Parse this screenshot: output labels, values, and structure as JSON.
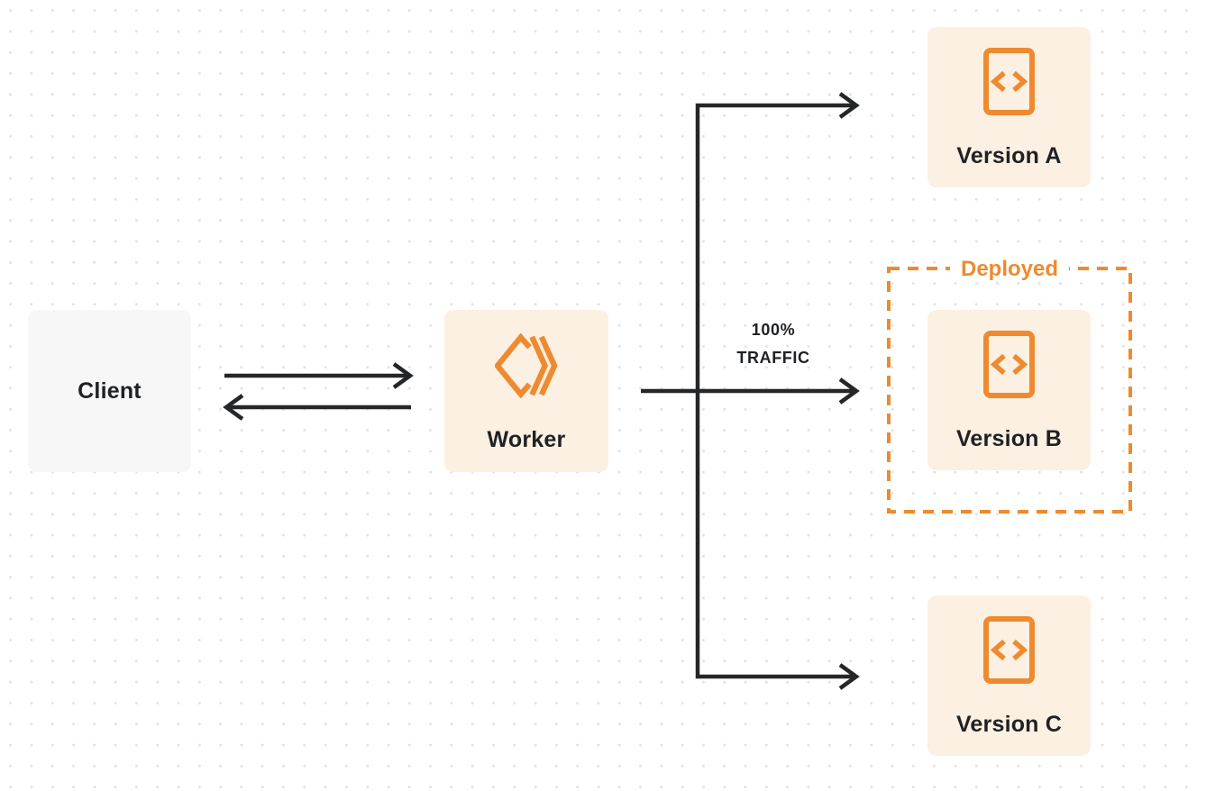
{
  "nodes": {
    "client": {
      "label": "Client"
    },
    "worker": {
      "label": "Worker"
    },
    "version_a": {
      "label": "Version A"
    },
    "version_b": {
      "label": "Version B"
    },
    "version_c": {
      "label": "Version C"
    }
  },
  "deployed_group": {
    "label": "Deployed"
  },
  "traffic": {
    "line1": "100%",
    "line2": "TRAFFIC"
  },
  "edges": [
    {
      "from": "client",
      "to": "worker",
      "bidirectional": true,
      "label": ""
    },
    {
      "from": "worker",
      "to": "version_a",
      "label": ""
    },
    {
      "from": "worker",
      "to": "version_b",
      "label": "100% TRAFFIC"
    },
    {
      "from": "worker",
      "to": "version_c",
      "label": ""
    }
  ],
  "icons": {
    "worker": "cloudflare-workers-icon",
    "version_a": "code-file-icon",
    "version_b": "code-file-icon",
    "version_c": "code-file-icon"
  },
  "colors": {
    "accent_orange": "#EE8A2F",
    "node_cream_bg": "#FBF0E1",
    "client_gray_bg": "#F7F7F8",
    "arrow_black": "#242628",
    "text_dark": "#1F2125",
    "dot_grid": "#E2E2E6",
    "background": "#FFFFFF"
  }
}
